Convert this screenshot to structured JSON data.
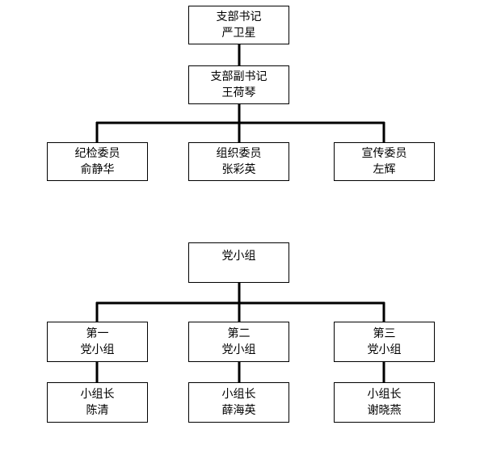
{
  "branch": {
    "secretary": {
      "title": "支部书记",
      "name": "严卫星"
    },
    "deputy_secretary": {
      "title": "支部副书记",
      "name": "王荷琴"
    },
    "committee": [
      {
        "title": "纪检委员",
        "name": "俞静华"
      },
      {
        "title": "组织委员",
        "name": "张彩英"
      },
      {
        "title": "宣传委员",
        "name": "左辉"
      }
    ]
  },
  "party_groups": {
    "root": {
      "title": "党小组"
    },
    "groups": [
      {
        "title": "第一",
        "subtitle": "党小组",
        "leader_title": "小组长",
        "leader_name": "陈清"
      },
      {
        "title": "第二",
        "subtitle": "党小组",
        "leader_title": "小组长",
        "leader_name": "薛海英"
      },
      {
        "title": "第三",
        "subtitle": "党小组",
        "leader_title": "小组长",
        "leader_name": "谢晓燕"
      }
    ]
  }
}
